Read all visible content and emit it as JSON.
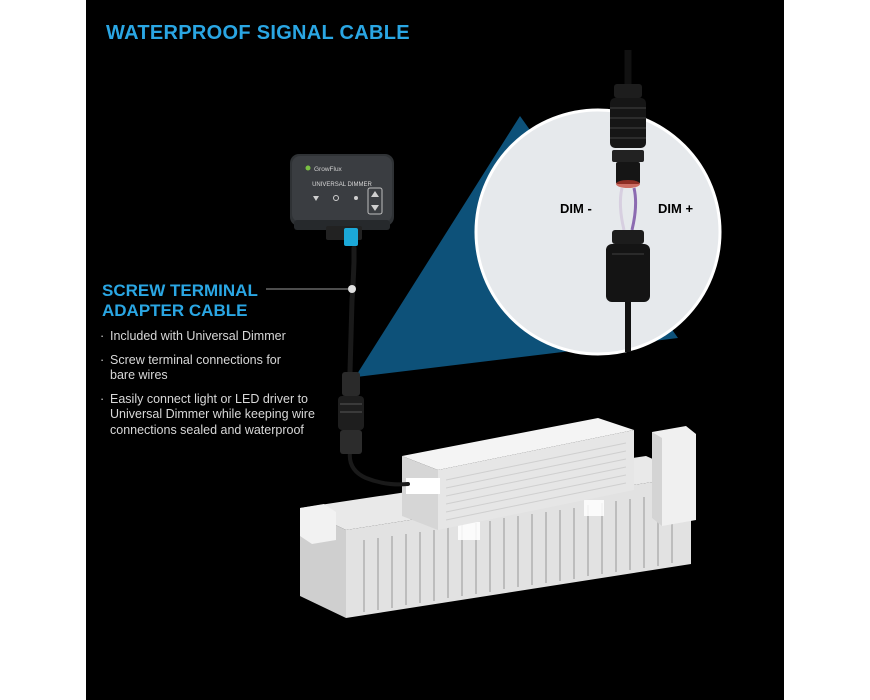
{
  "title": "WATERPROOF SIGNAL CABLE",
  "adapter": {
    "heading_line1": "SCREW TERMINAL",
    "heading_line2": "ADAPTER CABLE",
    "bullets": [
      "Included with Universal Dimmer",
      "Screw terminal connections for bare wires",
      "Easily connect light or LED driver to Universal Dimmer while keeping wire connections sealed and waterproof"
    ]
  },
  "dimmer": {
    "brand": "GrowFlux",
    "label": "UNIVERSAL DIMMER"
  },
  "detail": {
    "dim_minus": "DIM -",
    "dim_plus": "DIM +"
  },
  "colors": {
    "accent": "#2aa6e3",
    "background": "#000000",
    "detail_bg": "#e6e9ec",
    "beam": "#0e5a86"
  }
}
